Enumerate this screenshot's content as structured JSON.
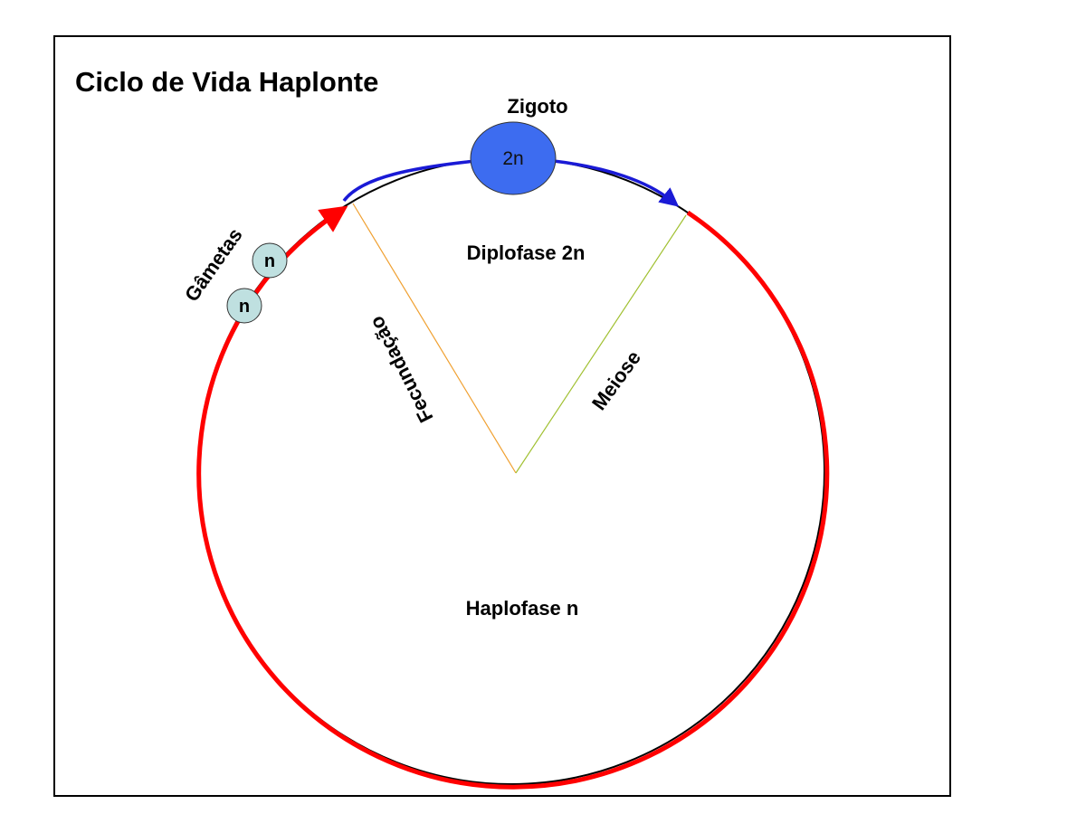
{
  "title": "Ciclo de Vida Haplonte",
  "zygote": {
    "label": "Zigoto",
    "ploidy": "2n"
  },
  "gametes": {
    "label": "Gâmetas",
    "items": [
      "n",
      "n"
    ]
  },
  "phases": {
    "diploid": "Diplofase 2n",
    "haploid": "Haplofase n"
  },
  "processes": {
    "fertilization": "Fecundação",
    "meiosis": "Meiose"
  },
  "colors": {
    "haploid_arc": "#ff0000",
    "diploid_arc": "#1a1ad6",
    "zygote_fill": "#3d6cf0",
    "gamete_fill": "#bfe0e0",
    "fertilization_line": "#f0a030",
    "meiosis_line": "#a0c030"
  }
}
